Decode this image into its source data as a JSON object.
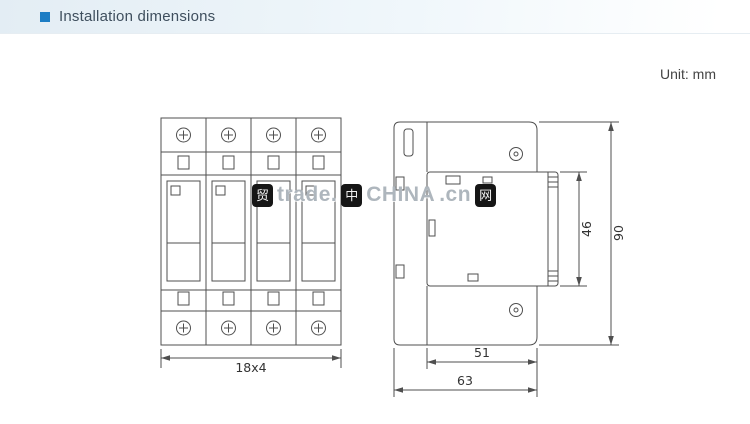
{
  "header": {
    "title": "Installation dimensions"
  },
  "unit_label": "Unit: mm",
  "dimensions": {
    "front_width": "18x4",
    "plate_depth": "51",
    "total_depth": "63",
    "module_height": "46",
    "total_height": "90"
  },
  "watermark": {
    "b1": "贸",
    "t1": "trade.",
    "b2": "中",
    "t2": "CHINA",
    "t3": ".cn",
    "b3": "网"
  },
  "colors": {
    "accent": "#1d7dc4",
    "line": "#4f4f4f",
    "header_text": "#3f4f5e"
  }
}
